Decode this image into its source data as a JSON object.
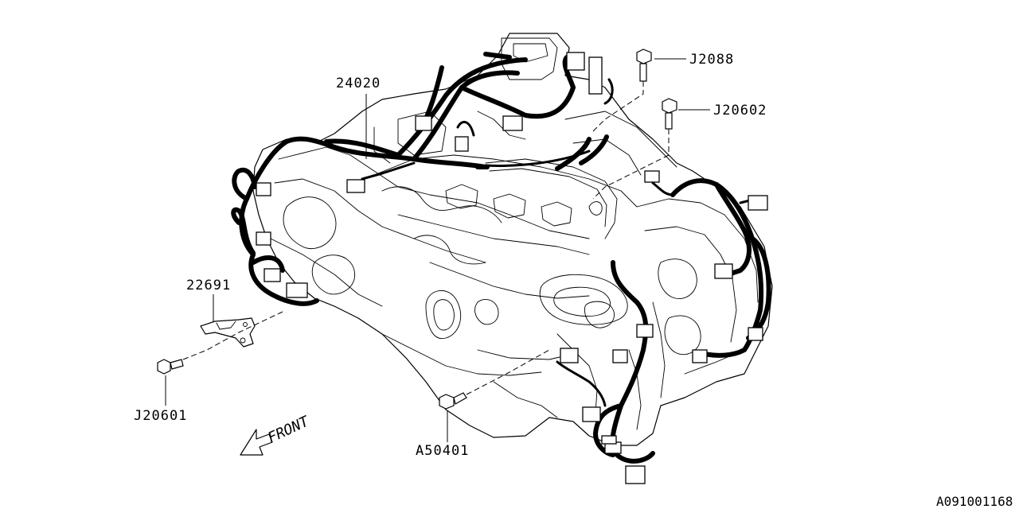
{
  "diagram": {
    "part_labels": {
      "harness": "24020",
      "bolt_top": "J2088",
      "bolt_right": "J20602",
      "bracket": "22691",
      "bolt_left": "J20601",
      "bolt_bottom": "A50401"
    },
    "direction_label": "FRONT",
    "figure_code": "A091001168"
  }
}
